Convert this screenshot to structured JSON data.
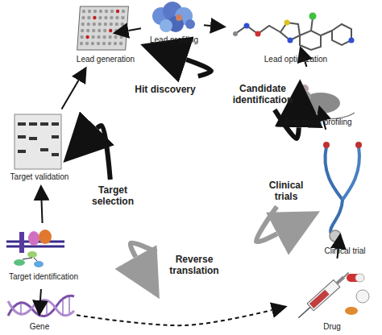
{
  "diagram": {
    "nodes": [
      {
        "text": [
          "Gene"
        ]
      },
      {
        "text": [
          "Target identification"
        ]
      },
      {
        "text": [
          "Target validation"
        ]
      },
      {
        "text": [
          "Lead generation"
        ]
      },
      {
        "text": [
          "Lead profiling"
        ]
      },
      {
        "text": [
          "Lead optimization"
        ]
      },
      {
        "text": [
          "Preclinical profiling"
        ]
      },
      {
        "text": [
          "Clinical trial"
        ]
      },
      {
        "text": [
          "Drug"
        ]
      },
      {
        "text": [
          "Hit discovery"
        ]
      },
      {
        "text": [
          "Candidate identification"
        ]
      },
      {
        "text": [
          "Clinical trials"
        ]
      },
      {
        "text": [
          "Reverse translation"
        ]
      },
      {
        "text": [
          "Target selection"
        ]
      }
    ],
    "edges": [
      {
        "from": 0,
        "to": 1,
        "arrow": "to"
      },
      {
        "from": 1,
        "to": 2,
        "arrow": "to"
      },
      {
        "from": 2,
        "to": 3,
        "arrow": "to"
      },
      {
        "from": 3,
        "to": 4,
        "arrow": "to"
      },
      {
        "from": 4,
        "to": 5,
        "arrow": "to"
      },
      {
        "from": 5,
        "to": 6,
        "arrow": "to"
      },
      {
        "from": 6,
        "to": 7,
        "arrow": "to"
      },
      {
        "from": 7,
        "to": 8,
        "arrow": "to"
      },
      {
        "from": 0,
        "to": 8,
        "arrow": "to"
      },
      {
        "from": 9,
        "to": 10,
        "arrow": "to"
      },
      {
        "from": 10,
        "to": 11,
        "arrow": "to"
      },
      {
        "from": 11,
        "to": 12,
        "arrow": "to"
      },
      {
        "from": 12,
        "to": 13,
        "arrow": "to"
      },
      {
        "from": 13,
        "to": 9,
        "arrow": "to"
      }
    ]
  }
}
